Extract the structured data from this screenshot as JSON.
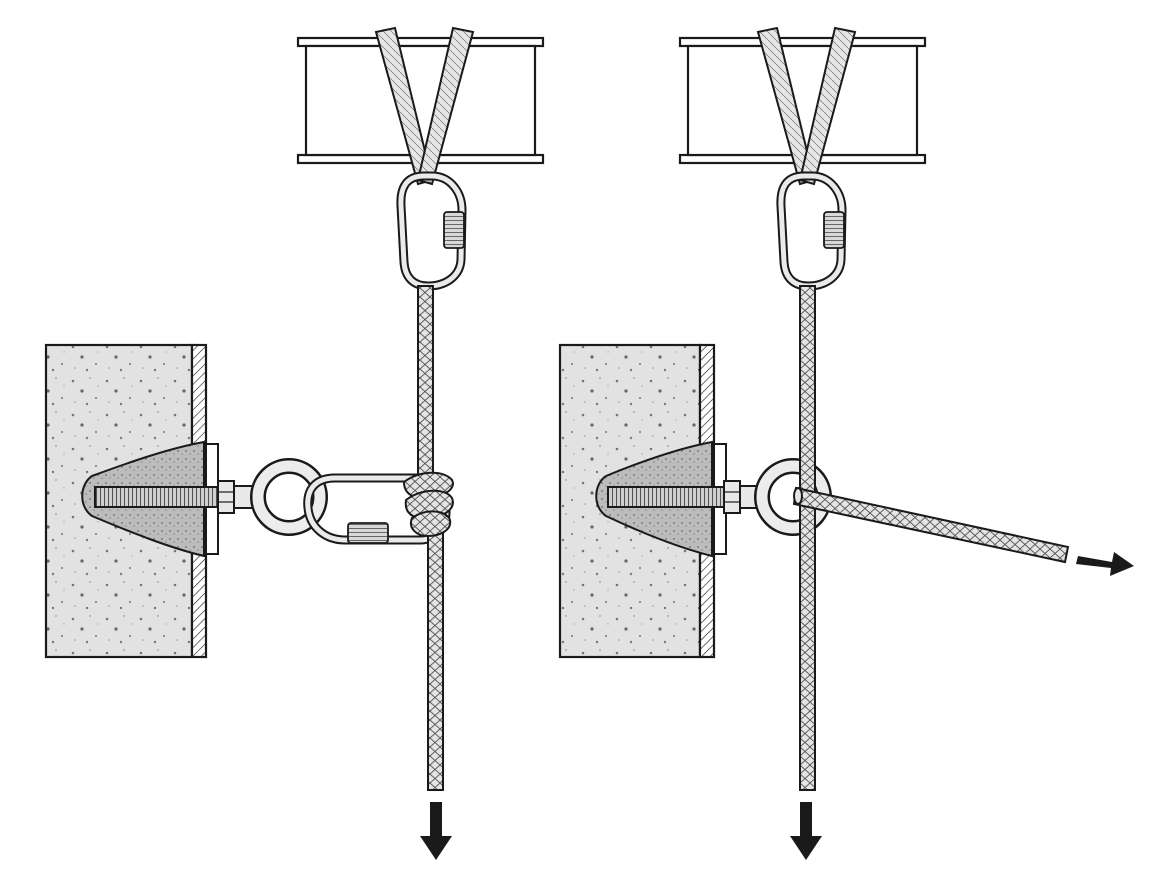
{
  "diagram": {
    "panels": [
      {
        "id": "left",
        "anchor_connection": "carabiner-with-knot",
        "rope_direction": "down"
      },
      {
        "id": "right",
        "anchor_connection": "rope-through-eye",
        "rope_direction": "down-and-side"
      }
    ],
    "icons": [
      "i-beam",
      "sling",
      "screwgate-carabiner",
      "concrete-wall",
      "resin-anchor",
      "eye-bolt",
      "rope",
      "arrow"
    ],
    "colors": {
      "line": "#1a1a1a",
      "fill": "#ffffff",
      "concrete": "#dedede",
      "resin": "#b9b9b9",
      "rope": "#d0d0d0",
      "metal": "#e8e8e8"
    }
  }
}
